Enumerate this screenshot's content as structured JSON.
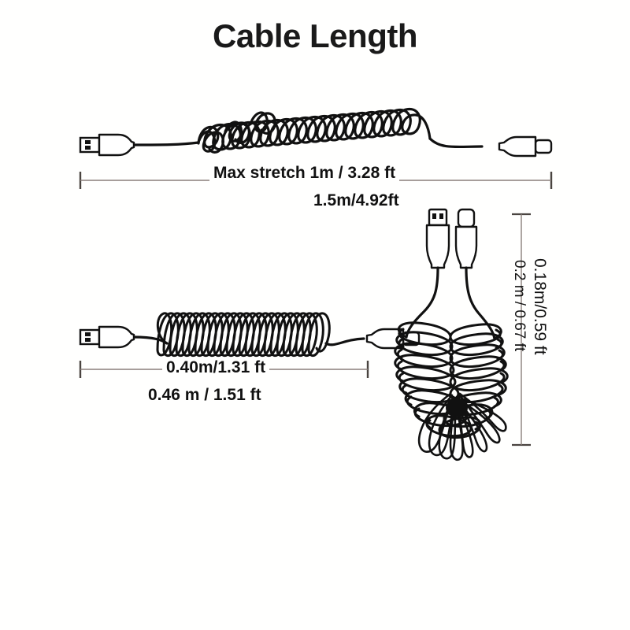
{
  "page": {
    "title": "Cable Length",
    "background_color": "#fffffe",
    "ink_color": "#111111",
    "dimension_line_color": "#8a7f7a"
  },
  "diagrams": [
    {
      "id": "stretched-cable",
      "name": "Coiled charging cable fully stretched",
      "connector_left": "usb-a-connector",
      "connector_right": "usb-c-connector",
      "orientation": "horizontal",
      "dimension_primary": "Max stretch 1m / 3.28 ft",
      "dimension_secondary": "1.5m/4.92ft"
    },
    {
      "id": "compact-cable",
      "name": "Coiled charging cable relaxed",
      "connector_left": "usb-a-connector",
      "connector_right": "usb-c-connector",
      "orientation": "horizontal",
      "dimension_primary": "0.40m/1.31 ft",
      "dimension_secondary": "0.46 m / 1.51 ft"
    },
    {
      "id": "hanging-cable",
      "name": "Coiled charging cable hanging vertically",
      "connector_left": "usb-a-connector",
      "connector_right": "usb-c-connector",
      "orientation": "vertical",
      "dimension_primary": "0.2 m / 0.67 ft",
      "dimension_secondary": "0.18m/0.59 ft"
    }
  ],
  "labels": {
    "stretch_main": "Max stretch 1m / 3.28 ft",
    "stretch_sub": "1.5m/4.92ft",
    "compact_main": "0.40m/1.31 ft",
    "compact_sub": "0.46 m / 1.51 ft",
    "vertical_inner": "0.2 m / 0.67 ft",
    "vertical_outer": "0.18m/0.59 ft"
  }
}
